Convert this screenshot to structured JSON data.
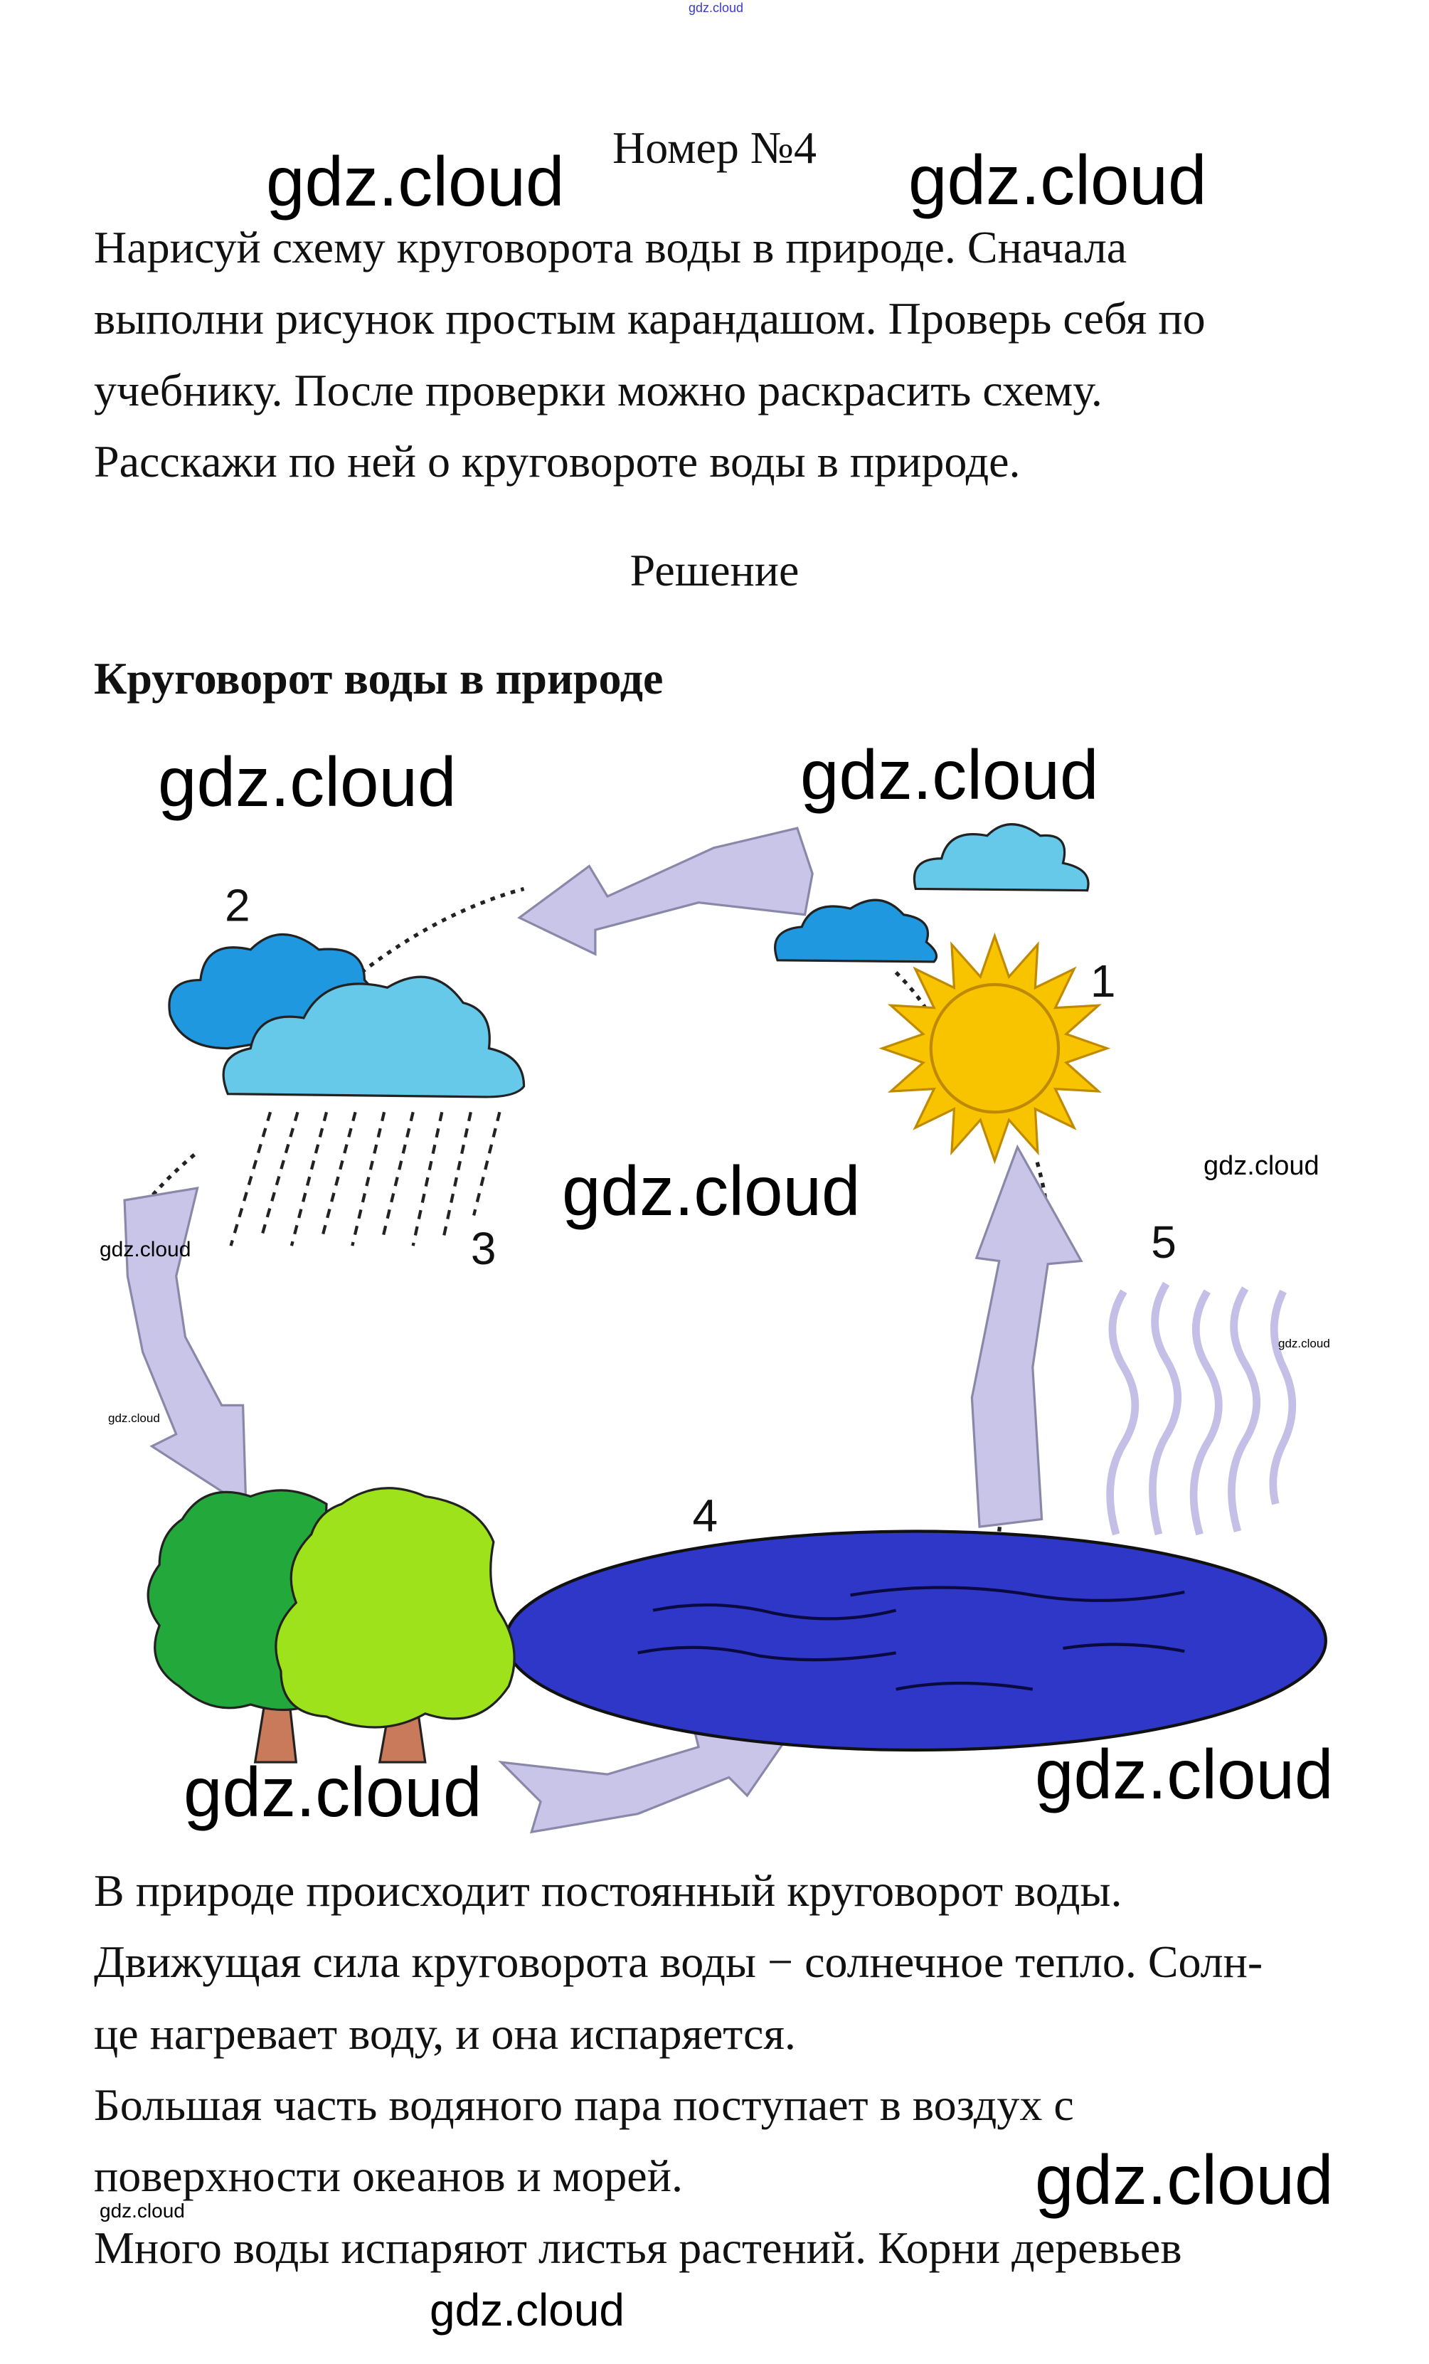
{
  "header": {
    "top_watermark": "gdz.cloud",
    "title": "Номер №4"
  },
  "task": {
    "lines": [
      "Нарисуй схему круговорота воды в природе. Сначала",
      "выполни рисунок простым карандашом. Проверь себя по",
      "учебнику. После проверки можно раскрасить схему.",
      "Расскажи по ней о круговороте воды в природе."
    ]
  },
  "solution": {
    "label": "Решение",
    "heading": "Круговорот воды в природе"
  },
  "diagram": {
    "labels": [
      "1",
      "2",
      "3",
      "4",
      "5"
    ],
    "colors": {
      "arrow": "#c9c5e8",
      "sun": "#f8c400",
      "lake": "#2f37c8",
      "tree_dark": "#23a83c",
      "tree_light": "#9ee21c",
      "cloud_light": "#66c9ea",
      "cloud_dark": "#1f98e0"
    }
  },
  "answer": {
    "lines": [
      "В природе происходит постоянный круговорот воды.",
      "Движущая сила круговорота воды − солнечное тепло. Солн-",
      "це нагревает воду, и она испаряется.",
      "Большая часть водяного пара поступает в воздух с",
      "поверхности океанов и морей.",
      "Много воды испаряют листья растений. Корни деревьев"
    ]
  },
  "watermarks": [
    "gdz.cloud",
    "gdz.cloud",
    "gdz.cloud",
    "gdz.cloud",
    "gdz.cloud",
    "gdz.cloud",
    "gdz.cloud",
    "gdz.cloud",
    "gdz.cloud",
    "gdz.cloud",
    "gdz.cloud",
    "gdz.cloud",
    "gdz.cloud"
  ]
}
